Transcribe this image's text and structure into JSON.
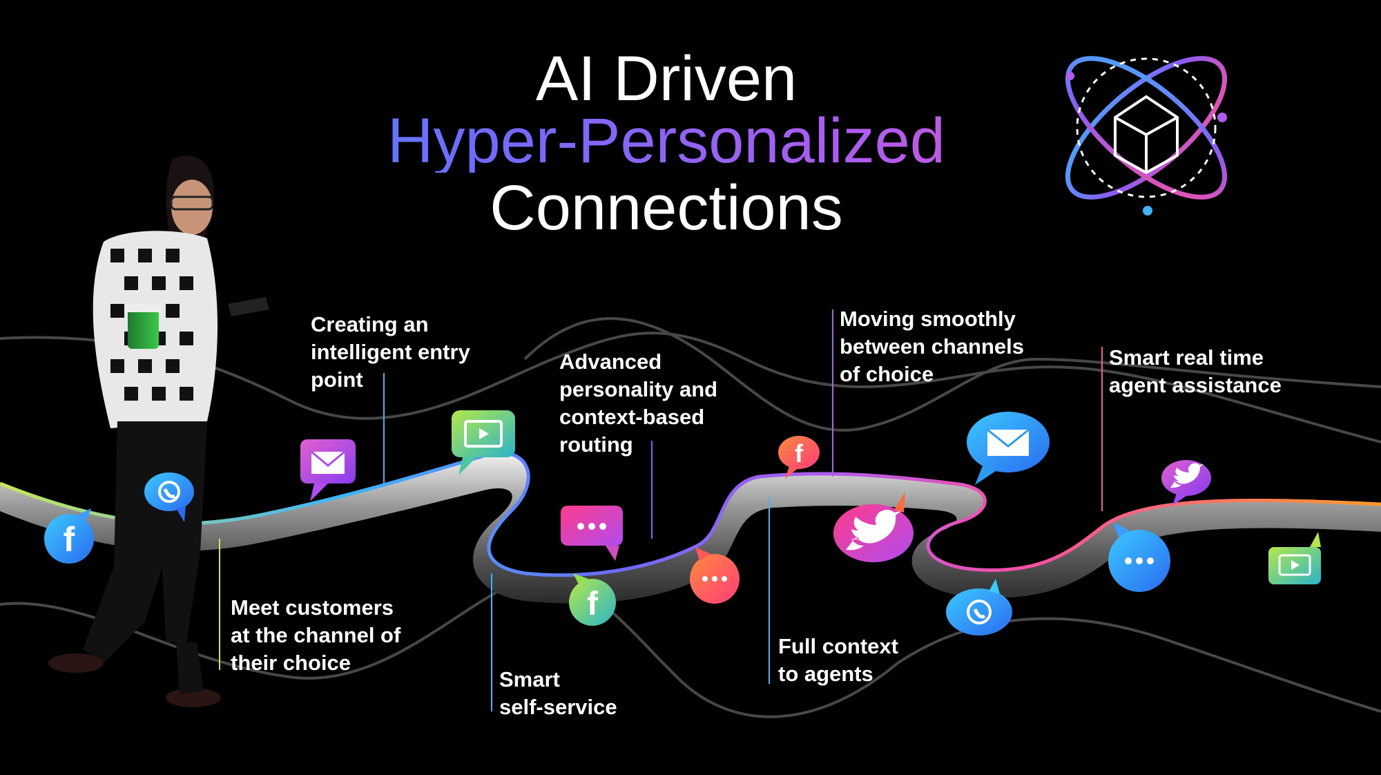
{
  "title": {
    "line1": "AI Driven",
    "line2": "Hyper-Personalized",
    "line3": "Connections"
  },
  "labels": [
    {
      "id": "creating-entry-point",
      "lines": [
        "Creating an",
        "intelligent entry",
        "point"
      ]
    },
    {
      "id": "advanced-routing",
      "lines": [
        "Advanced",
        "personality and",
        "context-based",
        "routing"
      ]
    },
    {
      "id": "moving-smoothly",
      "lines": [
        "Moving smoothly",
        "between channels",
        "of choice"
      ]
    },
    {
      "id": "smart-agent-assistance",
      "lines": [
        "Smart real time",
        "agent assistance"
      ]
    },
    {
      "id": "meet-customers",
      "lines": [
        "Meet customers",
        "at the channel of",
        "their choice"
      ]
    },
    {
      "id": "smart-self-service",
      "lines": [
        "Smart",
        "self-service"
      ]
    },
    {
      "id": "full-context",
      "lines": [
        "Full context",
        "to agents"
      ]
    }
  ],
  "icons": [
    "facebook-icon",
    "phone-icon",
    "email-icon",
    "video-icon",
    "chat-icon",
    "facebook-icon",
    "chat-icon",
    "facebook-icon",
    "twitter-icon",
    "email-icon",
    "phone-icon",
    "twitter-icon",
    "chat-icon",
    "video-icon"
  ],
  "colors": {
    "background": "#000000",
    "accent_blue": "#3cb4ff",
    "accent_purple": "#8a5cf6",
    "accent_pink": "#ff4fa0",
    "accent_green": "#8fe04a",
    "accent_orange": "#ff8a2a"
  }
}
